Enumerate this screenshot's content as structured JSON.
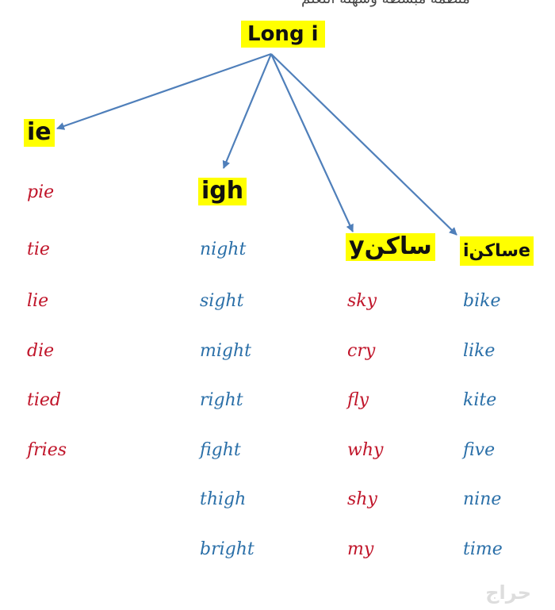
{
  "header_clip": "منظمة مبسطة وسهلة التعلم",
  "root": {
    "label": "Long i"
  },
  "groups": [
    {
      "label": "ie",
      "color": "#c0152a",
      "words": [
        "pie",
        "tie",
        "lie",
        "die",
        "tied",
        "fries"
      ]
    },
    {
      "label": "igh",
      "color": "#2a6fa8",
      "words": [
        "night",
        "sight",
        "might",
        "right",
        "fight",
        "thigh",
        "bright"
      ]
    },
    {
      "label": "yساكن",
      "color": "#c0152a",
      "words": [
        "sky",
        "cry",
        "fly",
        "why",
        "shy",
        "my"
      ]
    },
    {
      "label": "iساكنe",
      "color": "#2a6fa8",
      "words": [
        "bike",
        "like",
        "kite",
        "five",
        "nine",
        "time"
      ]
    }
  ],
  "watermark": "حراج",
  "colors": {
    "highlight": "#ffff00",
    "arrow": "#4f7fba"
  }
}
